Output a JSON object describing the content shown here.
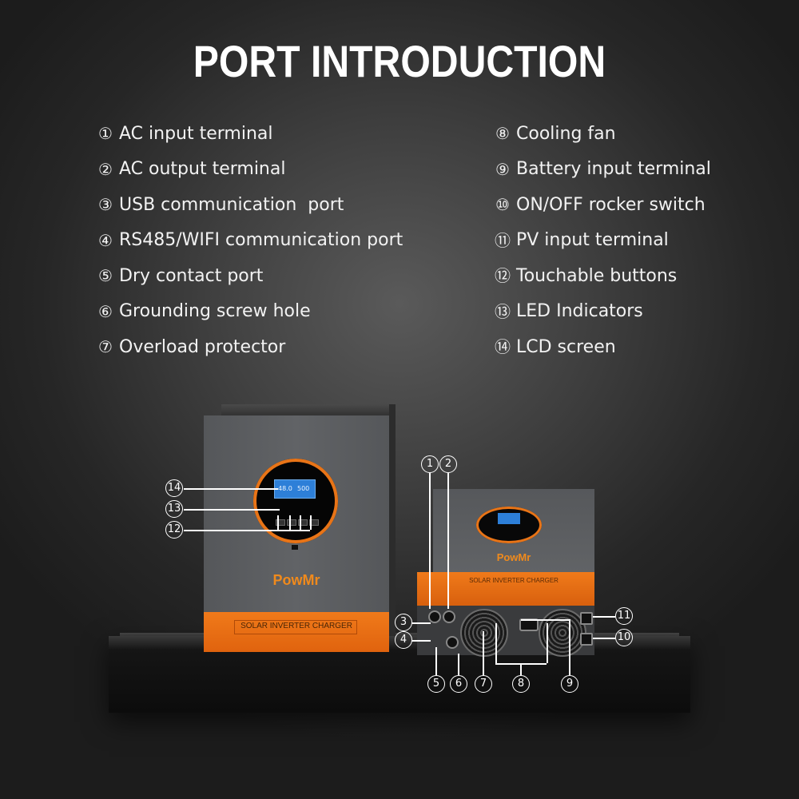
{
  "title": "PORT INTRODUCTION",
  "left_items": [
    {
      "num": "①",
      "label": "AC input terminal"
    },
    {
      "num": "②",
      "label": "AC output terminal"
    },
    {
      "num": "③",
      "label": "USB communication  port"
    },
    {
      "num": "④",
      "label": "RS485/WIFI communication port"
    },
    {
      "num": "⑤",
      "label": "Dry contact port"
    },
    {
      "num": "⑥",
      "label": "Grounding screw hole"
    },
    {
      "num": "⑦",
      "label": "Overload protector"
    }
  ],
  "right_items": [
    {
      "num": "⑧",
      "label": "Cooling fan"
    },
    {
      "num": "⑨",
      "label": "Battery input terminal"
    },
    {
      "num": "⑩",
      "label": "ON/OFF rocker switch"
    },
    {
      "num": "⑪",
      "label": "PV input terminal"
    },
    {
      "num": "⑫",
      "label": "Touchable buttons"
    },
    {
      "num": "⑬",
      "label": "LED Indicators"
    },
    {
      "num": "⑭",
      "label": "LCD screen"
    }
  ],
  "product": {
    "brand": "PowMr",
    "band_text": "SOLAR INVERTER CHARGER",
    "lcd_left": "48.0",
    "lcd_right": "500"
  },
  "callouts": {
    "c1": "1",
    "c2": "2",
    "c3": "3",
    "c4": "4",
    "c5": "5",
    "c6": "6",
    "c7": "7",
    "c8": "8",
    "c9": "9",
    "c10": "10",
    "c11": "11",
    "c12": "12",
    "c13": "13",
    "c14": "14"
  },
  "colors": {
    "accent": "#e87417",
    "lcd": "#2d7fd8",
    "background": "#3f3f3f"
  }
}
